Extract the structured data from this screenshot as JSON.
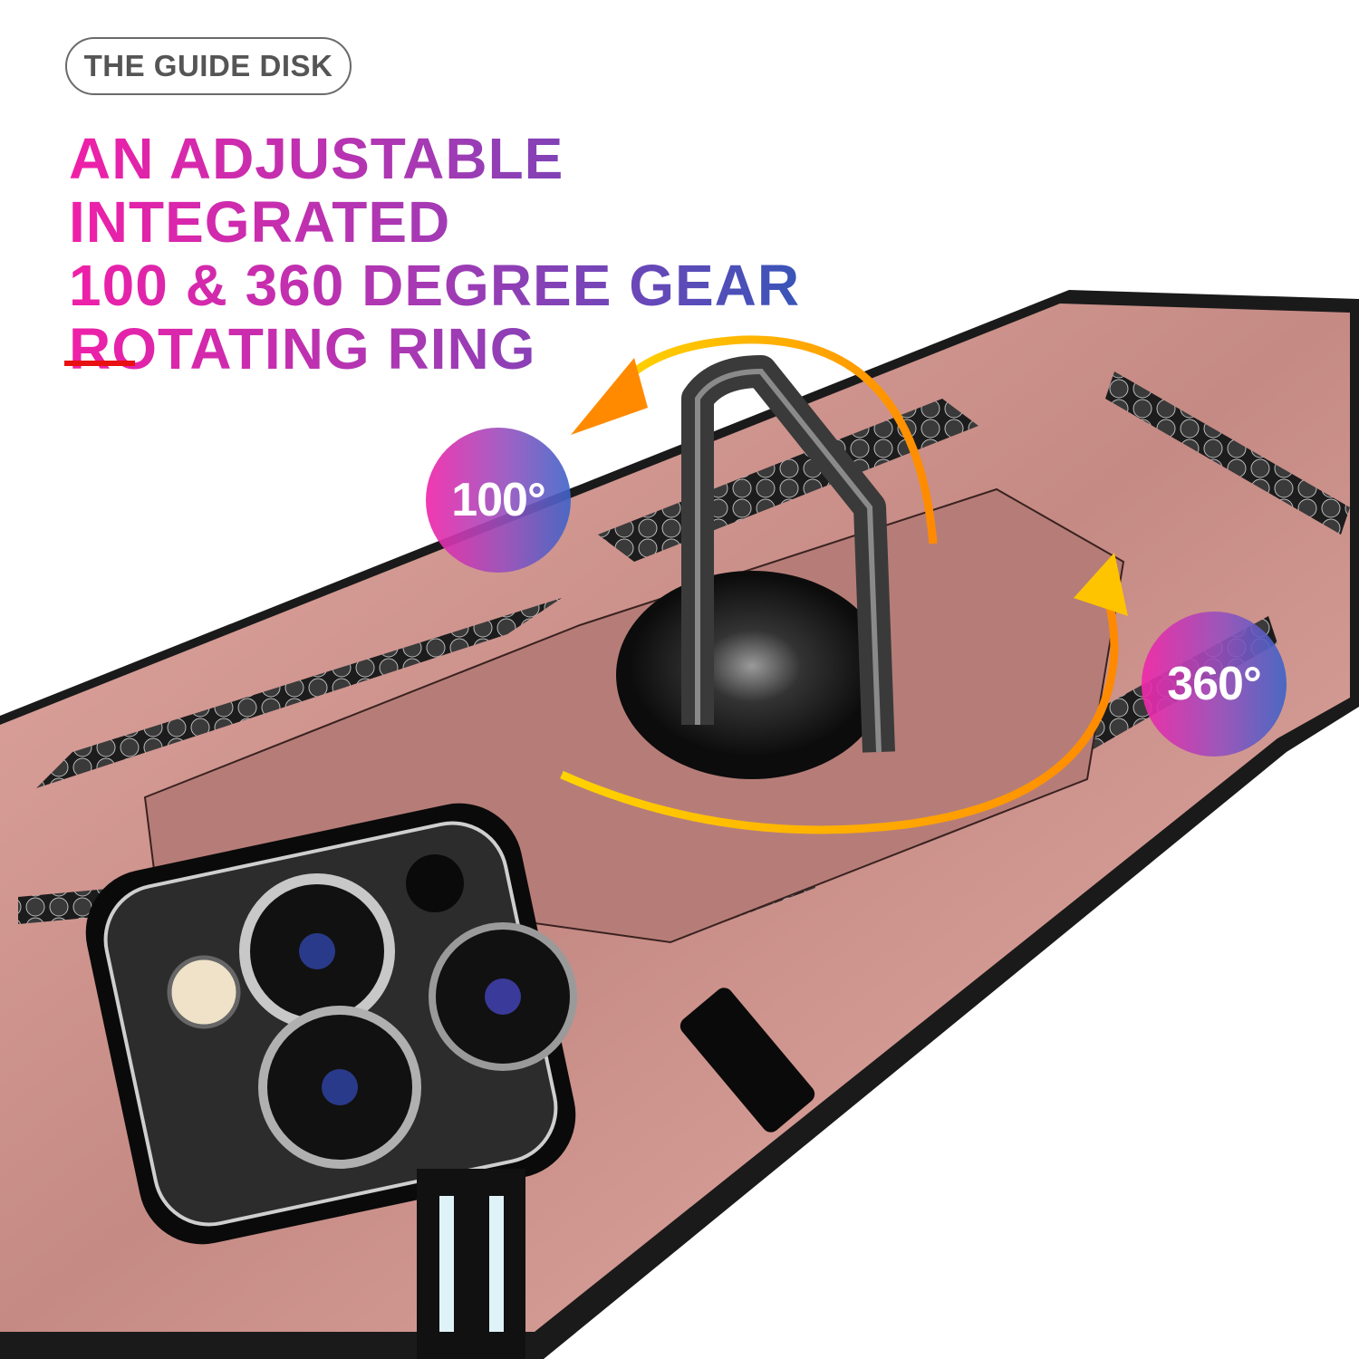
{
  "tag": {
    "label": "THE GUIDE DISK"
  },
  "headline": {
    "lines": [
      "AN ADJUSTABLE INTEGRATED",
      "100 & 360 DEGREE GEAR",
      "ROTATING RING"
    ],
    "gradient_colors": [
      "#f01fa8",
      "#a43ab4",
      "#1e5cb8"
    ]
  },
  "accent_bar_color": "#e81010",
  "badges": {
    "left": {
      "label": "100°"
    },
    "right": {
      "label": "360°"
    }
  },
  "product": {
    "description": "Rose gold rugged phone case with rotating ring kickstand and triple camera cutout",
    "case_color": "#c98f88",
    "ring_color": "#2a2a2a",
    "arrow_colors": [
      "#ff8a00",
      "#ffd400"
    ]
  }
}
